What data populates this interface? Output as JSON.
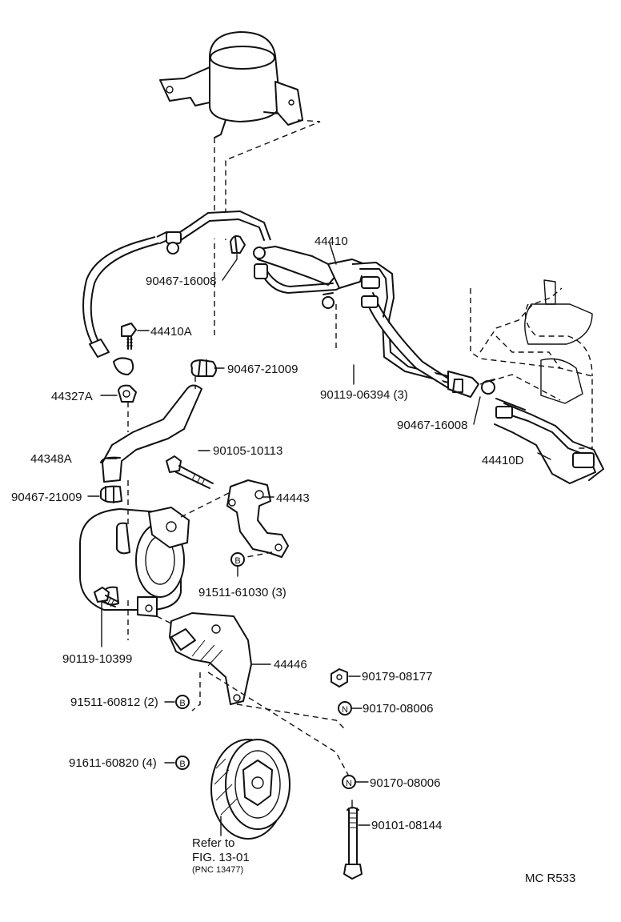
{
  "labels": {
    "p44410": "44410",
    "p90467_16008_a": "90467-16008",
    "p44410A": "44410A",
    "p90467_21009_a": "90467-21009",
    "p44327A": "44327A",
    "p90119_06394": "90119-06394 (3)",
    "p90467_16008_b": "90467-16008",
    "p44348A": "44348A",
    "p90105_10113": "90105-10113",
    "p44410D": "44410D",
    "p90467_21009_b": "90467-21009",
    "p44443": "44443",
    "p91511_61030": "91511-61030 (3)",
    "p90119_10399": "90119-10399",
    "p44446": "44446",
    "p90179_08177": "90179-08177",
    "p91511_60812": "91511-60812 (2)",
    "p90170_08006_a": "90170-08006",
    "p91611_60820": "91611-60820 (4)",
    "p90170_08006_b": "90170-08006",
    "p90101_08144": "90101-08144"
  },
  "markers": {
    "bolt": "B",
    "nut": "N"
  },
  "refer": {
    "line1": "Refer to",
    "line2": "FIG. 13-01",
    "line3": "(PNC 13477)"
  },
  "code": "MC R533"
}
